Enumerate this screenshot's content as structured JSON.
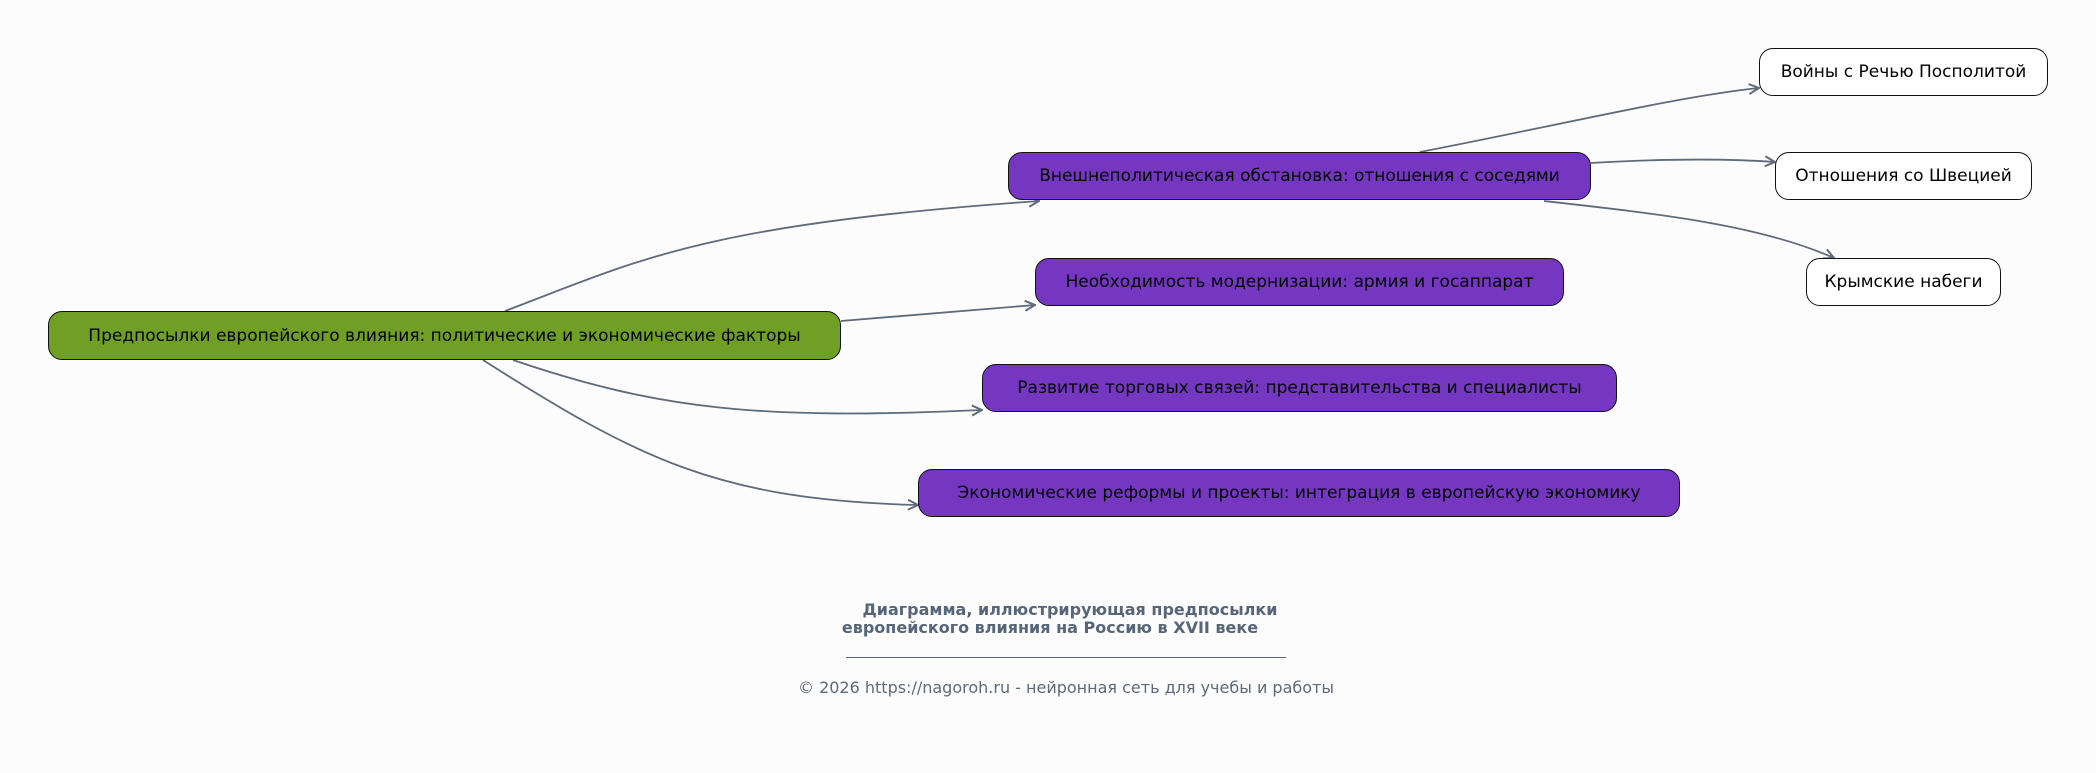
{
  "diagram": {
    "root": "Предпосылки европейского влияния: политические и экономические факторы",
    "branches": [
      "Внешнеполитическая обстановка: отношения с соседями",
      "Необходимость модернизации: армия и госаппарат",
      "Развитие торговых связей: представительства и специалисты",
      "Экономические реформы и проекты: интеграция в европейскую экономику"
    ],
    "leaves": [
      "Войны с Речью Посполитой",
      "Отношения со Швецией",
      "Крымские набеги"
    ],
    "colors": {
      "root": "#6f9f25",
      "branch": "#7537c2",
      "leaf": "#ffffff",
      "edge": "#5f6b7a"
    }
  },
  "caption": {
    "line1": "Диаграмма, иллюстрирующая предпосылки",
    "line2": "европейского влияния на Россию в XVII веке",
    "footer": "© 2026 https://nagoroh.ru - нейронная сеть для учебы и работы"
  }
}
